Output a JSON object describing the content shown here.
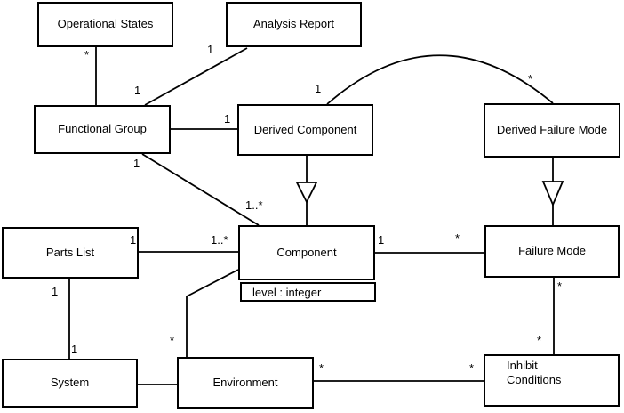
{
  "diagram": {
    "kind": "uml-class-diagram",
    "colors": {
      "line": "#000000",
      "background": "#ffffff",
      "text": "#000000"
    },
    "classes": [
      {
        "id": "operational-states",
        "name": "Operational States"
      },
      {
        "id": "analysis-report",
        "name": "Analysis Report"
      },
      {
        "id": "functional-group",
        "name": "Functional Group"
      },
      {
        "id": "derived-component",
        "name": "Derived Component"
      },
      {
        "id": "derived-failure-mode",
        "name": "Derived Failure Mode"
      },
      {
        "id": "parts-list",
        "name": "Parts List"
      },
      {
        "id": "component",
        "name": "Component",
        "attributes": [
          "level : integer"
        ]
      },
      {
        "id": "failure-mode",
        "name": "Failure Mode"
      },
      {
        "id": "system",
        "name": "System"
      },
      {
        "id": "environment",
        "name": "Environment"
      },
      {
        "id": "inhibit-conditions",
        "name": "Inhibit Conditions"
      }
    ],
    "component_attribute": "level : integer",
    "associations": [
      {
        "from": "operational-states",
        "to": "functional-group",
        "style": "vertical"
      },
      {
        "from": "analysis-report",
        "to": "functional-group",
        "style": "diagonal"
      },
      {
        "from": "functional-group",
        "to": "derived-component",
        "style": "horizontal"
      },
      {
        "from": "functional-group",
        "to": "component",
        "style": "diagonal"
      },
      {
        "from": "derived-component",
        "to": "component",
        "style": "generalization-arrow"
      },
      {
        "from": "derived-failure-mode",
        "to": "failure-mode",
        "style": "generalization-arrow"
      },
      {
        "from": "derived-component",
        "to": "derived-failure-mode",
        "style": "arc"
      },
      {
        "from": "parts-list",
        "to": "component",
        "style": "horizontal"
      },
      {
        "from": "component",
        "to": "failure-mode",
        "style": "horizontal"
      },
      {
        "from": "failure-mode",
        "to": "inhibit-conditions",
        "style": "vertical"
      },
      {
        "from": "parts-list",
        "to": "system",
        "style": "vertical"
      },
      {
        "from": "system",
        "to": "environment",
        "style": "horizontal"
      },
      {
        "from": "component",
        "to": "environment",
        "style": "elbow"
      },
      {
        "from": "environment",
        "to": "inhibit-conditions",
        "style": "horizontal"
      }
    ],
    "multiplicities": [
      {
        "text": "*",
        "near": "operational-states lower end"
      },
      {
        "text": "1",
        "near": "analysis-report lower-left end"
      },
      {
        "text": "1",
        "near": "functional-group top edge"
      },
      {
        "text": "1",
        "near": "derived-component left end"
      },
      {
        "text": "1",
        "near": "functional-group bottom edge"
      },
      {
        "text": "1..*",
        "near": "component end of functional-group diagonal"
      },
      {
        "text": "1",
        "near": "arc end at derived-component"
      },
      {
        "text": "*",
        "near": "arc end at derived-failure-mode"
      },
      {
        "text": "1",
        "near": "parts-list right end"
      },
      {
        "text": "1..*",
        "near": "component left end"
      },
      {
        "text": "1",
        "near": "component right end"
      },
      {
        "text": "*",
        "near": "failure-mode left end"
      },
      {
        "text": "*",
        "near": "failure-mode bottom end"
      },
      {
        "text": "*",
        "near": "inhibit-conditions top end"
      },
      {
        "text": "1",
        "near": "parts-list bottom end"
      },
      {
        "text": "1",
        "near": "system top end"
      },
      {
        "text": "*",
        "near": "environment top end"
      },
      {
        "text": "*",
        "near": "environment right end"
      },
      {
        "text": "*",
        "near": "inhibit-conditions left end"
      }
    ]
  }
}
